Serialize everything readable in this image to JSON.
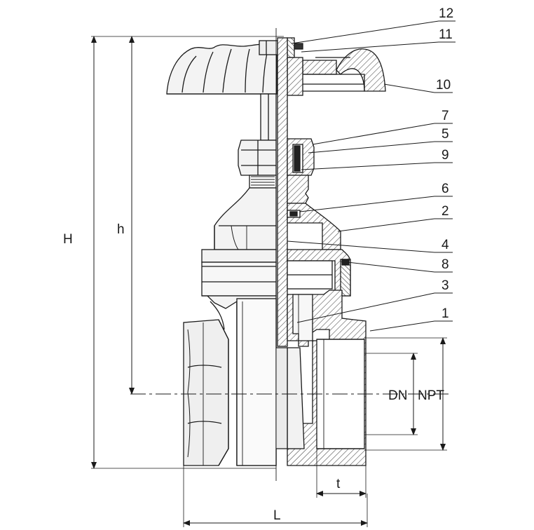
{
  "drawing": {
    "callouts": [
      {
        "id": "12",
        "text": "12"
      },
      {
        "id": "11",
        "text": "11"
      },
      {
        "id": "10",
        "text": "10"
      },
      {
        "id": "7",
        "text": "7"
      },
      {
        "id": "5",
        "text": "5"
      },
      {
        "id": "9",
        "text": "9"
      },
      {
        "id": "6",
        "text": "6"
      },
      {
        "id": "2",
        "text": "2"
      },
      {
        "id": "4",
        "text": "4"
      },
      {
        "id": "8",
        "text": "8"
      },
      {
        "id": "3",
        "text": "3"
      },
      {
        "id": "1",
        "text": "1"
      }
    ],
    "dimensions": {
      "H": "H",
      "h": "h",
      "DN": "DN",
      "NPT": "NPT",
      "t": "t",
      "L": "L"
    },
    "colors": {
      "line": "#1a1a1a",
      "fill_light": "#f4f4f4",
      "fill_mid": "#e2e2e2",
      "hatch": "#444444"
    }
  }
}
